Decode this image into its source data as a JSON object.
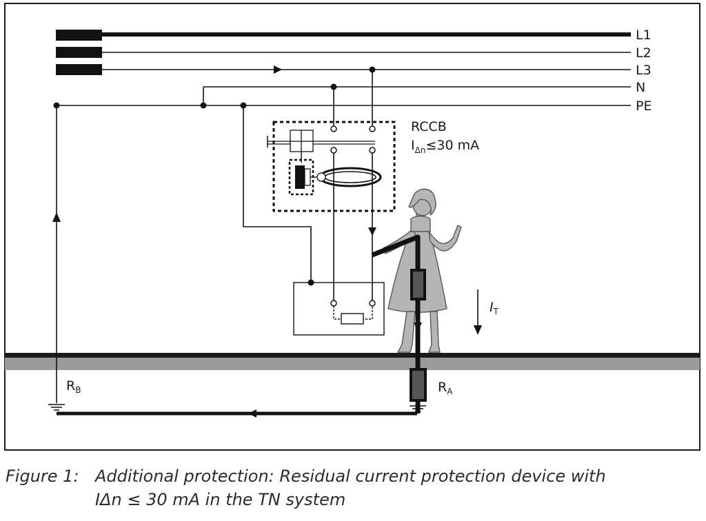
{
  "diagram": {
    "lines": [
      {
        "id": "L1",
        "label": "L1"
      },
      {
        "id": "L2",
        "label": "L2"
      },
      {
        "id": "L3",
        "label": "L3"
      },
      {
        "id": "N",
        "label": "N"
      },
      {
        "id": "PE",
        "label": "PE"
      }
    ],
    "rccb": {
      "label": "RCCB",
      "rating_symbol": "I",
      "rating_subscript": "Δn",
      "rating_value": "≤30 mA"
    },
    "current_label": {
      "symbol": "I",
      "subscript": "T"
    },
    "earth_labels": {
      "rb": {
        "symbol": "R",
        "subscript": "B"
      },
      "ra": {
        "symbol": "R",
        "subscript": "A"
      }
    }
  },
  "caption": {
    "label": "Figure 1:",
    "line1": "Additional protection: Residual current protection device with",
    "line2_symbol": "IΔn",
    "line2_rest": " ≤ 30 mA in the TN system"
  }
}
